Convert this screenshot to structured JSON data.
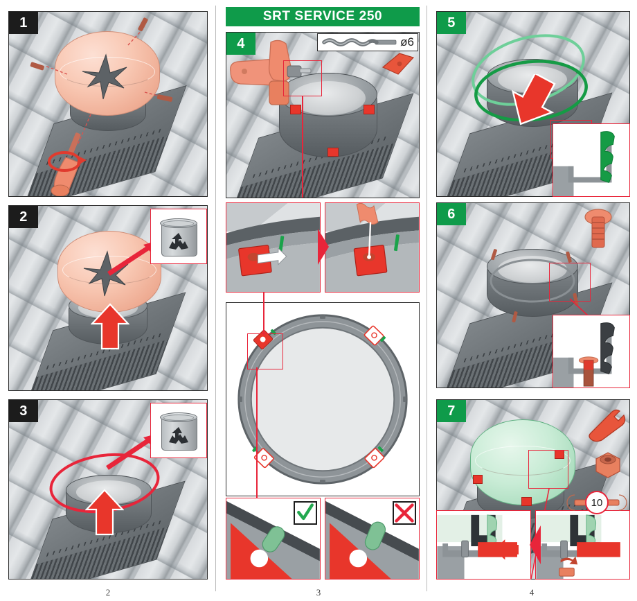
{
  "document": {
    "title": "SRT SERVICE 250",
    "type": "installation-instructions",
    "page_numbers": [
      "2",
      "3",
      "4"
    ]
  },
  "title_banner": {
    "text": "SRT SERVICE 250",
    "background_color": "#0f9b4a",
    "text_color": "#ffffff"
  },
  "colors": {
    "green": "#0f9b4a",
    "red": "#e8253a",
    "clip_red": "#e8362b",
    "dark_badge": "#1c1c1c",
    "roof_grey": "#b7bcc0",
    "flashing_grey": "#6d7377",
    "old_dome": "#f8c7b2",
    "new_dome": "#c9ecd6",
    "gasket_green": "#1aa34a"
  },
  "steps": [
    {
      "number": "1",
      "badge_style": "dark",
      "column": "left",
      "description": "Unscrew the fixing screws and remove the damaged dome using a screwdriver",
      "icons": [
        "screwdriver-icon",
        "rotation-arrow-icon",
        "screw-icon"
      ],
      "dome_state": "cracked-old"
    },
    {
      "number": "2",
      "badge_style": "dark",
      "column": "left",
      "description": "Lift off the damaged dome and dispose of it for recycling",
      "icons": [
        "up-arrow-icon",
        "recycle-bin-icon"
      ],
      "dome_state": "cracked-old"
    },
    {
      "number": "3",
      "badge_style": "dark",
      "column": "left",
      "description": "Remove the old seal ring and dispose of it for recycling",
      "icons": [
        "up-arrow-icon",
        "recycle-bin-icon",
        "seal-ring-icon"
      ],
      "dome_state": "removed"
    },
    {
      "number": "4",
      "badge_style": "green",
      "column": "middle",
      "description": "Drill the fixing holes in the collar using a 6 mm drill bit at the four bracket positions",
      "icons": [
        "cordless-drill-icon",
        "drill-bit-icon",
        "bracket-clip-icon"
      ],
      "tool_spec": "ø6"
    },
    {
      "number": "5",
      "badge_style": "green",
      "column": "right",
      "description": "Fit the new green seal ring onto the collar and press it down",
      "icons": [
        "down-arrow-icon",
        "seal-ring-icon"
      ]
    },
    {
      "number": "6",
      "badge_style": "green",
      "column": "right",
      "description": "Insert the fixing screws through the collar into the brackets",
      "icons": [
        "screw-icon",
        "bolt-icon"
      ]
    },
    {
      "number": "7",
      "badge_style": "green",
      "column": "right",
      "description": "Place the new dome and tighten the nuts with a size 10 spanner",
      "icons": [
        "spanner-icon",
        "nut-icon",
        "wrench-size-icon"
      ],
      "tool_spec": "10",
      "dome_state": "new-green"
    }
  ],
  "tool_specs": {
    "drill_bit_diameter": "ø6",
    "spanner_size": "10"
  },
  "detail_callouts": {
    "step4_left": {
      "name": "slide-bracket-detail",
      "description": "Slide the red bracket along the rail against the green stop"
    },
    "step4_right": {
      "name": "drill-hole-detail",
      "description": "Drill through the bracket hole"
    },
    "step4_plan": {
      "name": "collar-plan-view",
      "description": "Top view of the collar showing four bracket positions",
      "bracket_count": 4
    },
    "step5_detail": {
      "name": "seal-cross-section",
      "description": "Cross section of the new green seal seated on the collar lip"
    },
    "step6_detail": {
      "name": "screw-cross-section",
      "description": "Cross section showing screw inserted through collar"
    },
    "step7_left": {
      "name": "dome-clamp-detail",
      "description": "Cross section of dome clamped with bracket"
    },
    "step7_right": {
      "name": "dome-tighten-detail",
      "description": "Cross section showing nut being tightened"
    }
  },
  "verification_marks": {
    "correct": {
      "symbol": "✓",
      "label": "correct-position",
      "color": "#22a84f"
    },
    "incorrect": {
      "symbol": "✕",
      "label": "incorrect-position",
      "color": "#e8253a"
    }
  }
}
